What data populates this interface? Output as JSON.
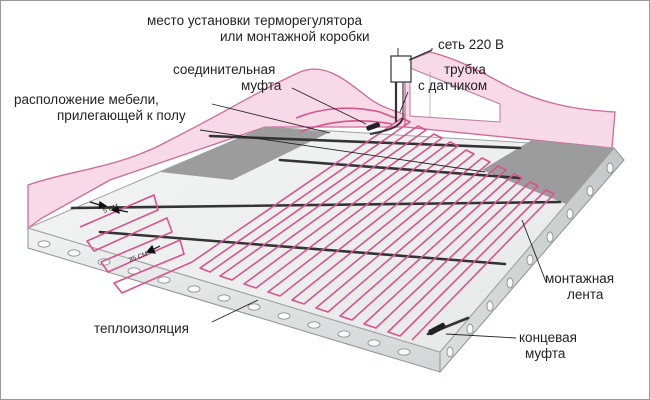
{
  "labels": {
    "thermostat_line1": "место установки терморегулятора",
    "thermostat_line2": "или монтажной коробки",
    "mains": "сеть 220 В",
    "coupling_line1": "соединительная",
    "coupling_line2": "муфта",
    "sensor_line1": "трубка",
    "sensor_line2": "с датчиком",
    "furniture_line1": "расположение мебели,",
    "furniture_line2": "прилегающей к полу",
    "tape_line1": "монтажная",
    "tape_line2": "лента",
    "insulation": "теплоизоляция",
    "end_line1": "концевая",
    "end_line2": "муфта",
    "spacing_a": "5 CM",
    "spacing_b": "25 CM"
  },
  "colors": {
    "wall_fill": "#f7d9e7",
    "wall_stroke": "#d06a98",
    "cable": "#d9548f",
    "floor_surface": "#eef0f0",
    "furniture_zone": "#9c9c9c",
    "tape": "#333333",
    "insulation_front": "#e2e4e4",
    "leader_line": "#222222"
  }
}
